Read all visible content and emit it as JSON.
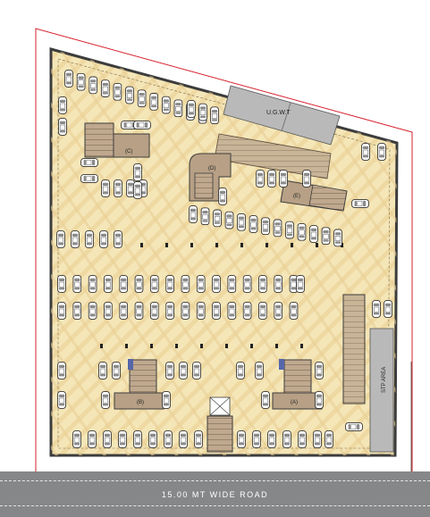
{
  "road": {
    "label": "15.00 MT WIDE ROAD"
  },
  "labels": {
    "ugwt": "U.G.W.T",
    "stp": "STP AREA",
    "core_a": "(A)",
    "core_b": "(B)",
    "core_c": "(C)",
    "core_d": "(D)",
    "core_e": "(E)"
  },
  "colors": {
    "floor": "#f5e6b8",
    "hatch": "#e3c88d",
    "boundary": "#d61f2b",
    "wall": "#3c3c3c",
    "core": "#b7a085",
    "road": "#858789",
    "tank": "#b9b9b9"
  }
}
